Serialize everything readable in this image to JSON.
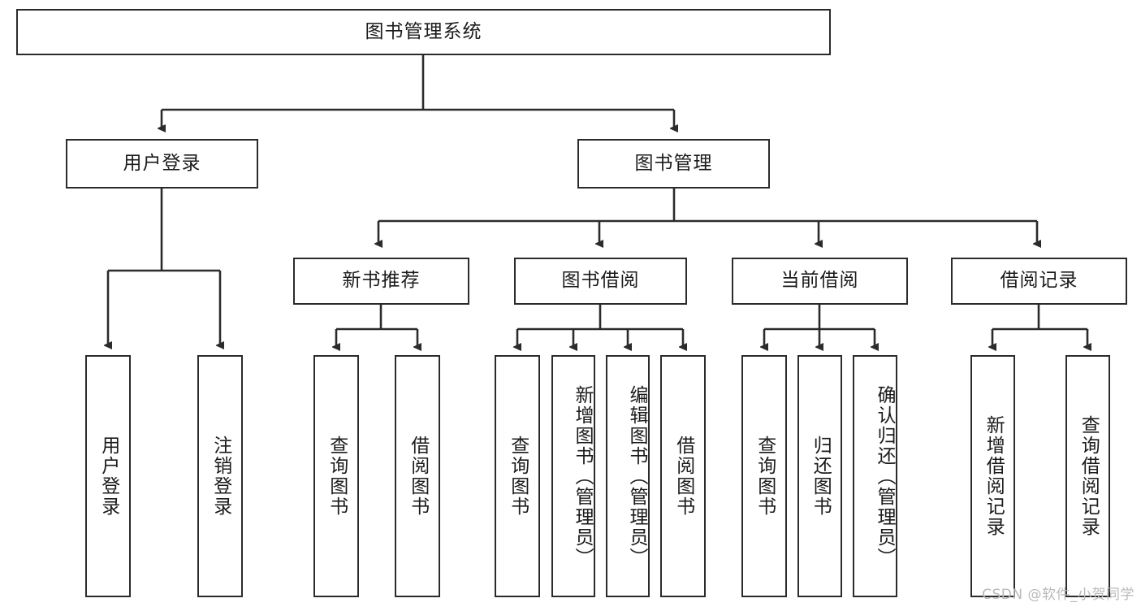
{
  "diagram": {
    "type": "tree",
    "title": "图书管理系统",
    "watermark": "CSDN @软件_小贺同学",
    "colors": {
      "stroke": "#2b2b2b",
      "fill": "#ffffff",
      "text": "#1b1b1b",
      "watermark": "#b9b9b9"
    },
    "root": {
      "id": "root",
      "label": "图书管理系统"
    },
    "level2": [
      {
        "id": "user-login",
        "label": "用户登录"
      },
      {
        "id": "book-manage",
        "label": "图书管理"
      }
    ],
    "level3": [
      {
        "id": "new-book-rec",
        "label": "新书推荐"
      },
      {
        "id": "book-borrow",
        "label": "图书借阅"
      },
      {
        "id": "current-borrow",
        "label": "当前借阅"
      },
      {
        "id": "borrow-record",
        "label": "借阅记录"
      }
    ],
    "leaves": {
      "user_login": [
        {
          "id": "leaf-user-login",
          "label": "用户登录"
        },
        {
          "id": "leaf-logout",
          "label": "注销登录"
        }
      ],
      "new_book_rec": [
        {
          "id": "leaf-query-book-1",
          "label": "查询图书"
        },
        {
          "id": "leaf-borrow-book-1",
          "label": "借阅图书"
        }
      ],
      "book_borrow": [
        {
          "id": "leaf-query-book-2",
          "label": "查询图书"
        },
        {
          "id": "leaf-add-book",
          "label": "新增图书（管理员）"
        },
        {
          "id": "leaf-edit-book",
          "label": "编辑图书（管理员）"
        },
        {
          "id": "leaf-borrow-book-2",
          "label": "借阅图书"
        }
      ],
      "current_borrow": [
        {
          "id": "leaf-query-book-3",
          "label": "查询图书"
        },
        {
          "id": "leaf-return-book",
          "label": "归还图书"
        },
        {
          "id": "leaf-confirm-return",
          "label": "确认归还（管理员）"
        }
      ],
      "borrow_record": [
        {
          "id": "leaf-add-record",
          "label": "新增借阅记录"
        },
        {
          "id": "leaf-query-record",
          "label": "查询借阅记录"
        }
      ]
    }
  }
}
